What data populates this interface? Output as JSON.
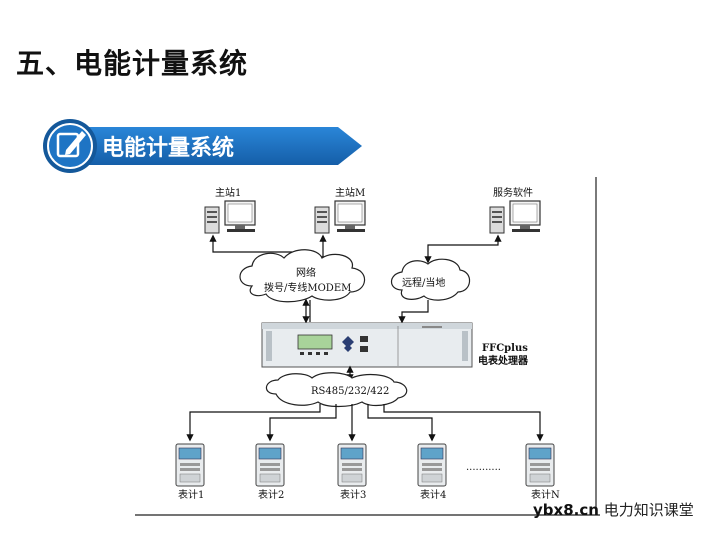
{
  "page": {
    "title": "五、电能计量系统",
    "banner_label": "电能计量系统",
    "banner_icon": "edit-icon"
  },
  "diagram": {
    "stations": [
      {
        "id": "master-1",
        "label": "主站1"
      },
      {
        "id": "master-m",
        "label": "主站M"
      },
      {
        "id": "service",
        "label": "服务软件"
      }
    ],
    "clouds": {
      "network_line1": "网络",
      "network_line2": "拨号/专线MODEM",
      "remote": "远程/当地",
      "bus": "RS485/232/422"
    },
    "processor": {
      "label_line1": "FFCplus",
      "label_line2": "电表处理器"
    },
    "meters": [
      "表计1",
      "表计2",
      "表计3",
      "表计4",
      "表计N"
    ],
    "ellipsis": "..........."
  },
  "watermark": {
    "site": "ybx8.cn",
    "brand": "电力知识课堂"
  },
  "colors": {
    "banner_blue": "#1e74c4",
    "banner_dark": "#14589a"
  }
}
